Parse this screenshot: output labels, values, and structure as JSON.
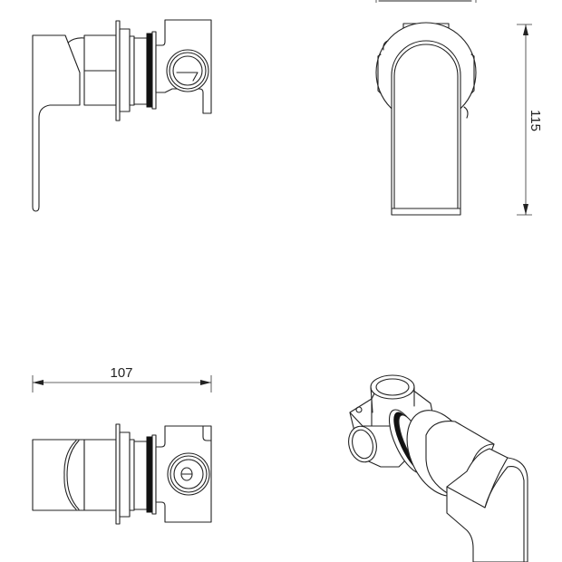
{
  "drawing": {
    "views": [
      "side-view-lever",
      "front-view",
      "side-view-knob",
      "isometric-view"
    ],
    "dimensions": {
      "height_label": "115",
      "width_label": "107"
    },
    "line_color": "#222222",
    "background": "#ffffff"
  }
}
